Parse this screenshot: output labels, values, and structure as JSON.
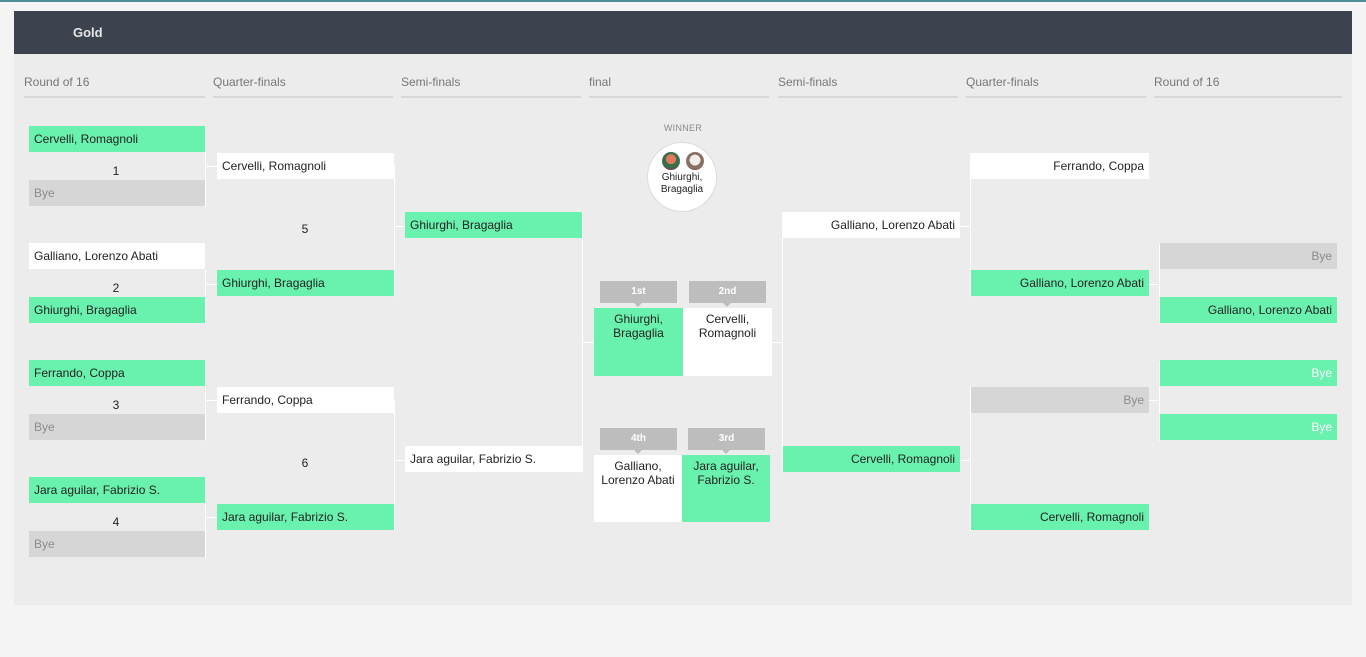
{
  "header": {
    "title": "Gold"
  },
  "columns": [
    "Round of 16",
    "Quarter-finals",
    "Semi-finals",
    "final",
    "Semi-finals",
    "Quarter-finals",
    "Round of 16"
  ],
  "left": {
    "r16": [
      "Cervelli, Romagnoli",
      "Bye",
      "Galliano, Lorenzo Abati",
      "Ghiurghi, Bragaglia",
      "Ferrando, Coppa",
      "Bye",
      "Jara aguilar, Fabrizio S.",
      "Bye"
    ],
    "r16_match_numbers": [
      "1",
      "2",
      "3",
      "4"
    ],
    "qf": [
      "Cervelli, Romagnoli",
      "Ghiurghi, Bragaglia",
      "Ferrando, Coppa",
      "Jara aguilar, Fabrizio S."
    ],
    "qf_match_numbers": [
      "5",
      "6"
    ],
    "sf": [
      "Ghiurghi, Bragaglia",
      "Jara aguilar, Fabrizio S."
    ]
  },
  "right": {
    "sf": [
      "Galliano, Lorenzo Abati",
      "Cervelli, Romagnoli"
    ],
    "qf": [
      "Ferrando, Coppa",
      "Galliano, Lorenzo Abati",
      "Bye",
      "Cervelli, Romagnoli"
    ],
    "r16": [
      "Bye",
      "Galliano, Lorenzo Abati",
      "Bye",
      "Bye"
    ]
  },
  "final": {
    "winner_label": "WINNER",
    "winner_name": "Ghiurghi, Bragaglia",
    "places": [
      {
        "tag": "1st",
        "name": "Ghiurghi, Bragaglia"
      },
      {
        "tag": "2nd",
        "name": "Cervelli, Romagnoli"
      },
      {
        "tag": "4th",
        "name": "Galliano, Lorenzo Abati"
      },
      {
        "tag": "3rd",
        "name": "Jara aguilar, Fabrizio S."
      }
    ]
  },
  "colors": {
    "winner": "#69f2ae",
    "header": "#3d424f",
    "bye": "#d6d6d6",
    "tag": "#bdbdbd"
  }
}
